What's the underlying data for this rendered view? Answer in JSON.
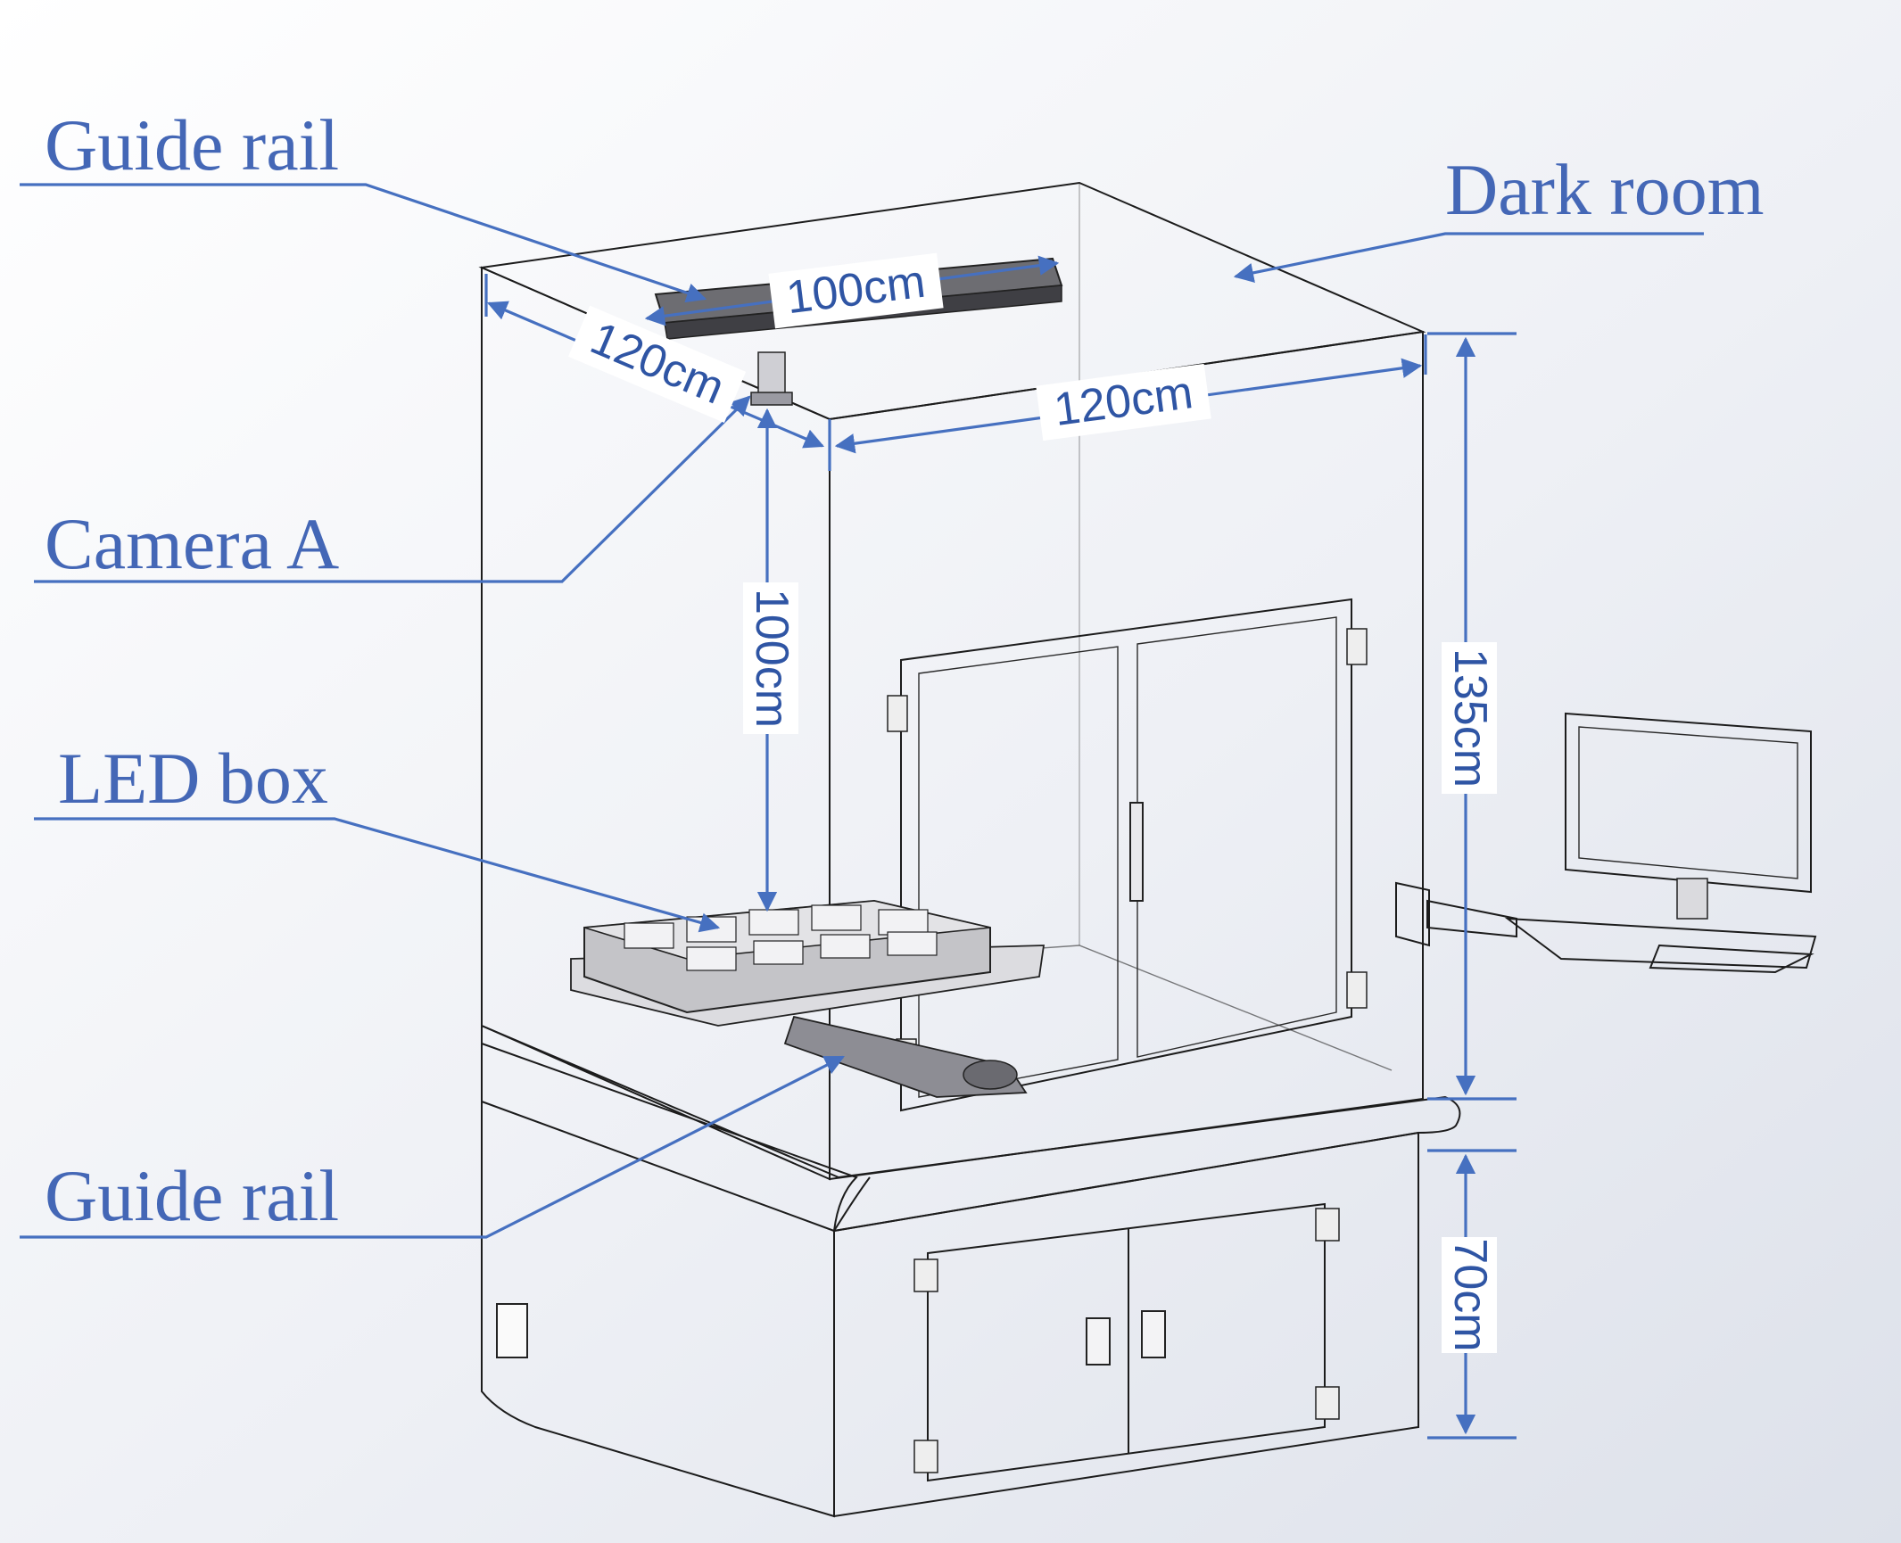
{
  "labels": {
    "guide_rail_top": "Guide rail",
    "dark_room": "Dark room",
    "camera_a": "Camera A",
    "led_box": "LED box",
    "guide_rail_bottom": "Guide rail"
  },
  "dimensions": {
    "rail_length": "100cm",
    "depth": "120cm",
    "width": "120cm",
    "camera_height": "100cm",
    "chamber_height": "135cm",
    "cabinet_height": "70cm"
  },
  "colors": {
    "annotation": "#4670c0",
    "label_text": "#4467b6",
    "cabinet_face": "#b9a7bb",
    "chamber_glass": "#ddd8e2"
  }
}
